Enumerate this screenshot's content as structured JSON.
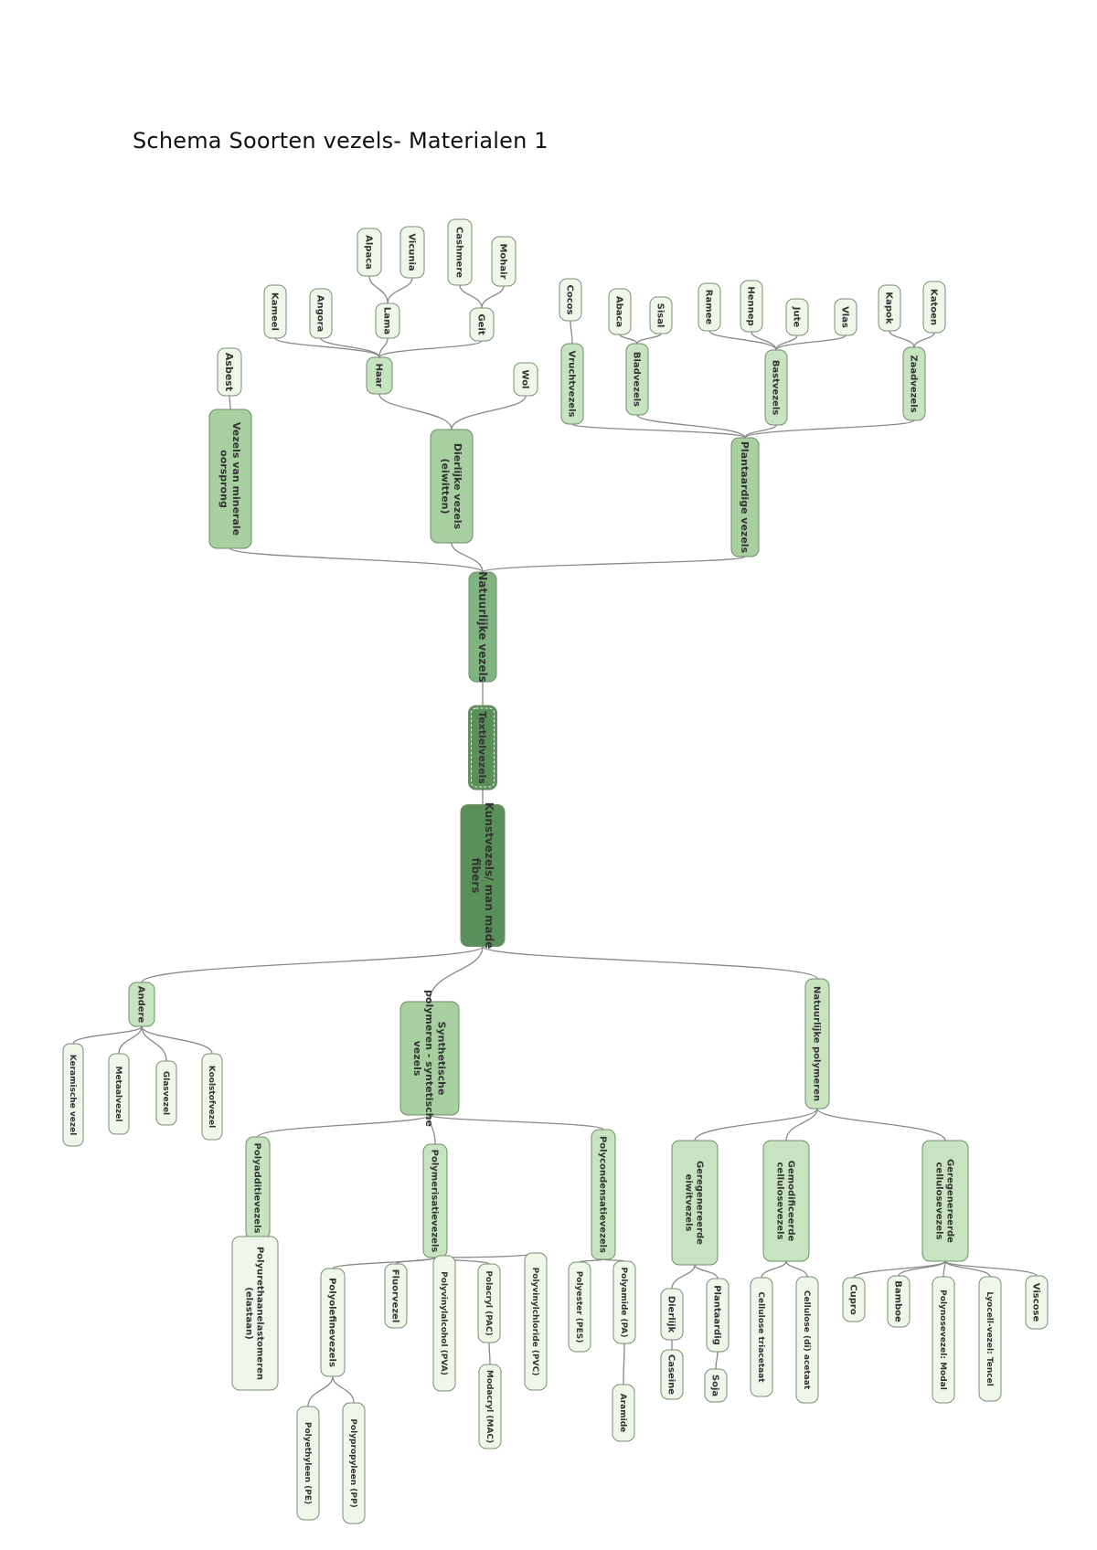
{
  "page": {
    "title": "Schema Soorten vezels- Materialen 1"
  },
  "colors": {
    "level0": "#5a8f5a",
    "level1": "#7fb37f",
    "level2": "#a8cfa0",
    "level3": "#c8e3c0",
    "leaf": "#eef7ea",
    "leaf_stroke": "#7a8f76",
    "edge": "#888888"
  },
  "nodes": {
    "textielvezels": "Textielvezels",
    "natuurlijke_vezels": "Natuurlijke vezels",
    "kunstvezels": [
      "Kunstvezels/ man made",
      "fibers"
    ],
    "minerale": [
      "Vezels van minerale",
      "oorsprong"
    ],
    "asbest": "Asbest",
    "dierlijke": [
      "Dierlijke vezels",
      "(eiwitten)"
    ],
    "haar": "Haar",
    "wol": "Wol",
    "kameel": "Kameel",
    "angora": "Angora",
    "lama": "Lama",
    "alpaca": "Alpaca",
    "vicunia": "Vicunia",
    "geit": "Geit",
    "cashmere": "Cashmere",
    "mohair": "Mohair",
    "plantaardige": "Plantaardige vezels",
    "vruchtvezels": "Vruchtvezels",
    "cocos": "Cocos",
    "bladvezels": "Bladvezels",
    "abaca": "Abaca",
    "sisal": "Sisal",
    "bastvezels": "Bastvezels",
    "ramee": "Ramee",
    "hennep": "Hennep",
    "jute": "Jute",
    "vlas": "Vlas",
    "zaadvezels": "Zaadvezels",
    "kapok": "Kapok",
    "katoen": "Katoen",
    "andere": "Andere",
    "keramische": "Keramische vezel",
    "metaalvezel": "Metaalvezel",
    "glasvezel": "Glasvezel",
    "koolstofvezel": "Koolstofvezel",
    "synthetische": [
      "Synthetische",
      "polymeren - syntetische",
      "vezels"
    ],
    "polyadditie": "Polyadditievezels",
    "polyurethaan": [
      "Polyurethaanelastomeren",
      "(elastaan)"
    ],
    "polymerisatie": "Polymerisatievezels",
    "polyolefine": "Polyolefinevezels",
    "polyethyleen": "Polyethyleen (PE)",
    "polypropyleen": "Polypropyleen (PP)",
    "fluorvezel": "Fluorvezel",
    "polyvinylalcohol": "Polyvinylalcohol (PVA)",
    "polacryl": "Polacryl (PAC)",
    "modacryl": "Modacryl (MAC)",
    "polyvinylchloride": "Polyvinylchloride (PVC)",
    "polycondensatie": "Polycondensatievezels",
    "polyester": "Polyester (PES)",
    "polyamide": "Polyamide (PA)",
    "aramide": "Aramide",
    "natuurlijke_polymeren": "Natuurlijke polymeren",
    "geregenereerde_eiwit": [
      "Geregenereerde",
      "eiwitvezels"
    ],
    "dierlijk": "Dierlijk",
    "caseine": "Caseine",
    "plantaardig": "Plantaardig",
    "soja": "Soja",
    "gemodificeerde": [
      "Gemodificeerde",
      "cellulosevezels"
    ],
    "cellulose_triacetaat": "Cellulose triacetaat",
    "cellulose_acetaat": "Cellulose (di) acetaat",
    "geregenereerde_cell": [
      "Geregenereerde",
      "cellulosevezels"
    ],
    "cupro": "Cupro",
    "bamboe": "Bamboe",
    "polynosevezel": "Polynosevezel: Modal",
    "lyocell": "Lyocell-vezel: Tencel",
    "viscose": "Viscose"
  }
}
